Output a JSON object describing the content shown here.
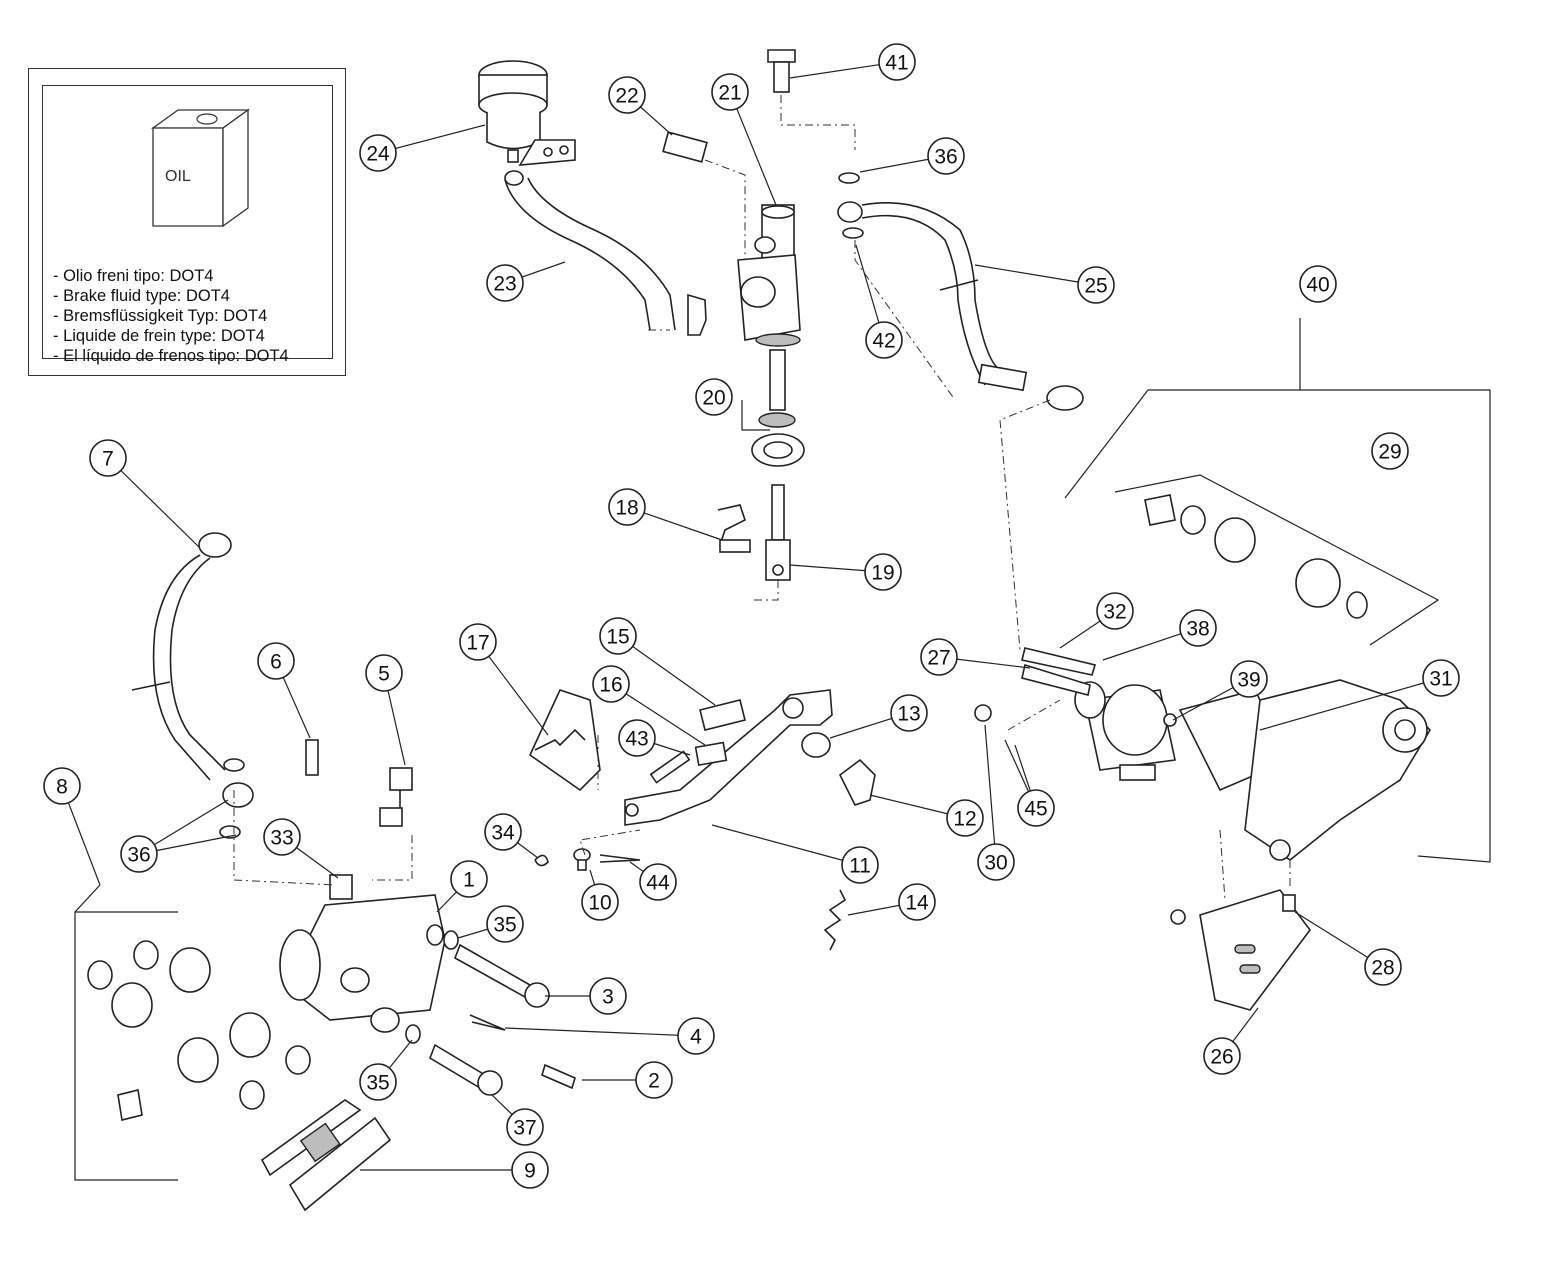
{
  "legend": {
    "oil_can_label": "OIL",
    "lines": [
      "- Olio freni tipo: DOT4",
      "- Brake fluid type: DOT4",
      "- Bremsflüssigkeit Typ: DOT4",
      "- Liquide de frein type: DOT4",
      "- El líquido de frenos tipo: DOT4"
    ]
  },
  "callouts": [
    "1",
    "2",
    "3",
    "4",
    "5",
    "6",
    "7",
    "8",
    "9",
    "10",
    "11",
    "12",
    "13",
    "14",
    "15",
    "16",
    "17",
    "18",
    "19",
    "20",
    "21",
    "22",
    "23",
    "24",
    "25",
    "26",
    "27",
    "28",
    "29",
    "30",
    "31",
    "32",
    "33",
    "34",
    "35",
    "36",
    "37",
    "38",
    "39",
    "40",
    "41",
    "42",
    "43",
    "44",
    "45"
  ],
  "colors": {
    "line": "#222222",
    "background": "#ffffff"
  }
}
